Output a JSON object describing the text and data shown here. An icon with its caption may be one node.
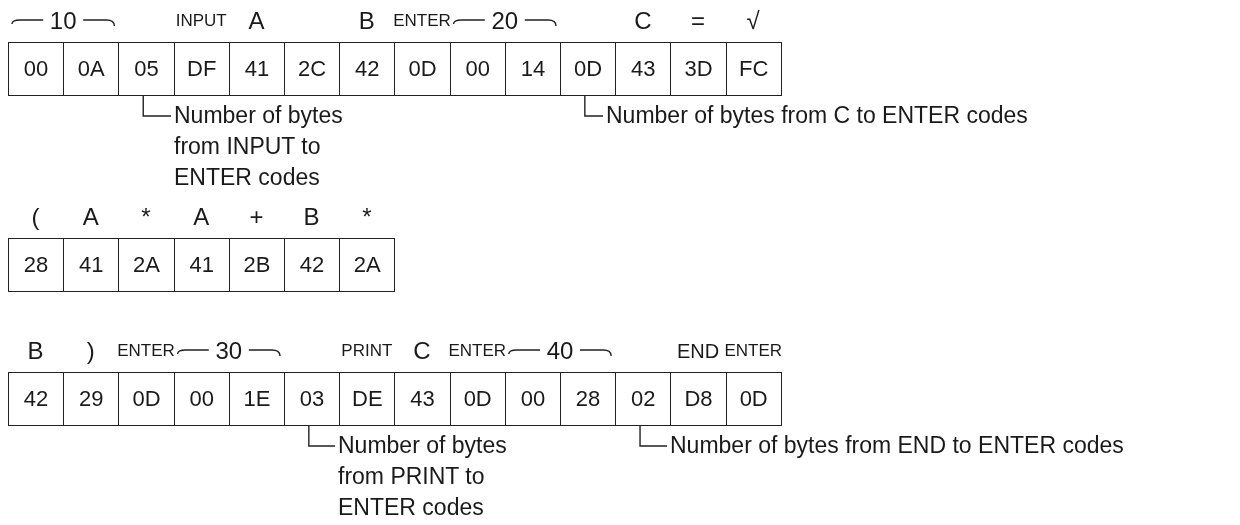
{
  "diagram": {
    "nodes": [
      {
        "text": [
          "00"
        ]
      },
      {
        "text": [
          "0A"
        ]
      },
      {
        "text": [
          "05"
        ]
      },
      {
        "text": [
          "DF"
        ]
      },
      {
        "text": [
          "41"
        ]
      },
      {
        "text": [
          "2C"
        ]
      },
      {
        "text": [
          "42"
        ]
      },
      {
        "text": [
          "0D"
        ]
      },
      {
        "text": [
          "00"
        ]
      },
      {
        "text": [
          "14"
        ]
      },
      {
        "text": [
          "0D"
        ]
      },
      {
        "text": [
          "43"
        ]
      },
      {
        "text": [
          "3D"
        ]
      },
      {
        "text": [
          "FC"
        ]
      },
      {
        "text": [
          "28"
        ]
      },
      {
        "text": [
          "41"
        ]
      },
      {
        "text": [
          "2A"
        ]
      },
      {
        "text": [
          "41"
        ]
      },
      {
        "text": [
          "2B"
        ]
      },
      {
        "text": [
          "42"
        ]
      },
      {
        "text": [
          "2A"
        ]
      },
      {
        "text": [
          "42"
        ]
      },
      {
        "text": [
          "29"
        ]
      },
      {
        "text": [
          "0D"
        ]
      },
      {
        "text": [
          "00"
        ]
      },
      {
        "text": [
          "1E"
        ]
      },
      {
        "text": [
          "03"
        ]
      },
      {
        "text": [
          "DE"
        ]
      },
      {
        "text": [
          "43"
        ]
      },
      {
        "text": [
          "0D"
        ]
      },
      {
        "text": [
          "00"
        ]
      },
      {
        "text": [
          "28"
        ]
      },
      {
        "text": [
          "02"
        ]
      },
      {
        "text": [
          "D8"
        ]
      },
      {
        "text": [
          "0D"
        ]
      },
      {
        "text": [
          "Number of bytes from INPUT to ENTER codes"
        ]
      },
      {
        "text": [
          "Number of bytes from C to ENTER codes"
        ]
      },
      {
        "text": [
          "Number of bytes from PRINT to ENTER codes"
        ]
      },
      {
        "text": [
          "Number of bytes from END to ENTER codes"
        ]
      }
    ],
    "edges": [
      {
        "from": 35,
        "to": 2,
        "arrow": "none"
      },
      {
        "from": 36,
        "to": 10,
        "arrow": "none"
      },
      {
        "from": 37,
        "to": 26,
        "arrow": "none"
      },
      {
        "from": 38,
        "to": 32,
        "arrow": "none"
      }
    ],
    "labels": [
      "10",
      "INPUT",
      "A",
      "B",
      "ENTER",
      "20",
      "C",
      "=",
      "√",
      "(",
      "A",
      "*",
      "A",
      "+",
      "B",
      "*",
      "B",
      ")",
      "ENTER",
      "30",
      "PRINT",
      "C",
      "ENTER",
      "40",
      "END",
      "ENTER"
    ]
  }
}
